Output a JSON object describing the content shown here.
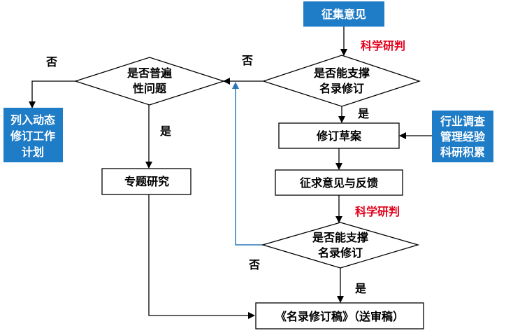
{
  "nodes": {
    "collect": "征集意见",
    "decision_top": [
      "是否能支撑",
      "名录修订"
    ],
    "decision_general": [
      "是否普遍",
      "性问题"
    ],
    "plan": [
      "列入动态",
      "修订工作",
      "计划"
    ],
    "draft": "修订草案",
    "research": [
      "行业调查",
      "管理经验",
      "科研积累"
    ],
    "feedback": "征求意见与反馈",
    "special": "专题研究",
    "decision_bottom": [
      "是否能支撑",
      "名录修订"
    ],
    "final": "《名录修订稿》（送审稿）"
  },
  "labels": {
    "sci1": "科学研判",
    "sci2": "科学研判",
    "no_top": "否",
    "no_general": "否",
    "yes_general": "是",
    "yes_top": "是",
    "no_bottom": "否",
    "yes_bottom": "是"
  },
  "colors": {
    "blue_fill": "#1f7cc7",
    "red": "#e3001b",
    "feedback_line": "#2b78b8",
    "line": "#000000"
  }
}
